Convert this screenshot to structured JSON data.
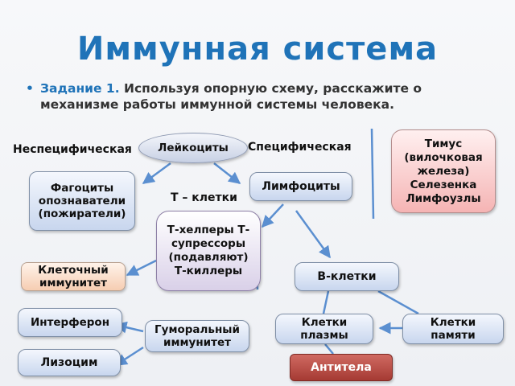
{
  "title": "Иммунная система",
  "task": {
    "lead": "Задание 1.",
    "text": " Используя опорную схему, расскажите о механизме работы иммунной системы человека."
  },
  "labels": {
    "nonspecific": "Неспецифическая",
    "specific": "Специфическая",
    "t_cells": "Т – клетки"
  },
  "boxes": {
    "leukocytes": "Лейкоциты",
    "phagocytes": "Фагоциты опознаватели (пожиратели)",
    "lymphocytes": "Лимфоциты",
    "organs": "Тимус (вилочковая железа) Селезенка Лимфоузлы",
    "t_cell_types": "Т-хелперы Т-супрессоры (подавляют) Т-киллеры",
    "cellular_immunity": "Клеточный иммунитет",
    "b_cells": "В-клетки",
    "interferon": "Интерферон",
    "humoral_immunity": "Гуморальный иммунитет",
    "plasma_cells": "Клетки плазмы",
    "memory_cells": "Клетки памяти",
    "lysozyme": "Лизоцим",
    "antibodies": "Антитела"
  },
  "colors": {
    "title": "#1f73b8",
    "connector": "#5b8fd0",
    "antibodies_fill": "#b84a43"
  }
}
